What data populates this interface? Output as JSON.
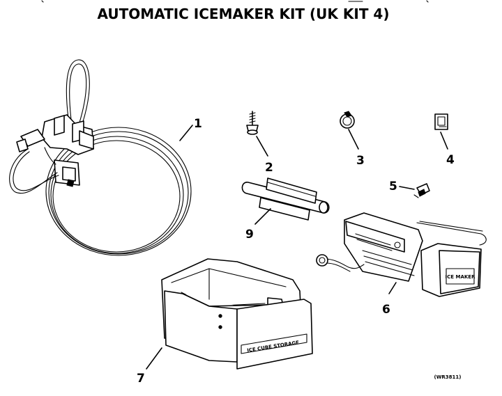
{
  "title": "AUTOMATIC ICEMAKER KIT (UK KIT 4)",
  "callouts": {
    "c1": "1",
    "c2": "2",
    "c3": "3",
    "c4": "4",
    "c5": "5",
    "c6": "6",
    "c7": "7",
    "c9": "9"
  },
  "labels": {
    "bin_label": "ICE CUBE STORAGE",
    "icemaker_plate": "ICE MAKER",
    "figure_code": "(WR3811)"
  }
}
